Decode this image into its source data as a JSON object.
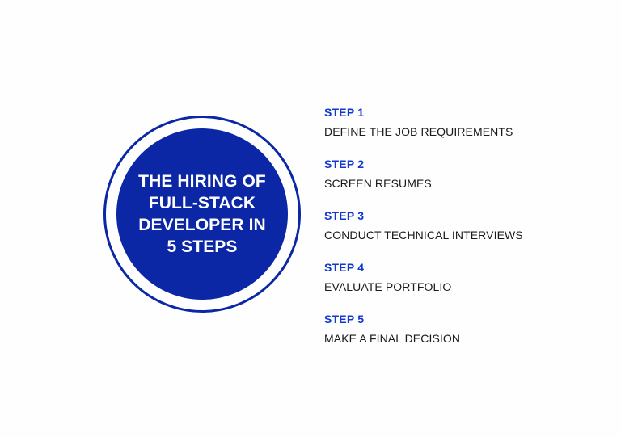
{
  "colors": {
    "brand_blue": "#0b27a6",
    "step_label_blue": "#1239ce",
    "body_text": "#1a1a1a",
    "background": "#fefefe",
    "badge_text": "#ffffff"
  },
  "badge": {
    "title": "THE HIRING OF\nFULL-STACK\nDEVELOPER IN\n5 STEPS"
  },
  "steps": [
    {
      "label": "STEP 1",
      "text": "DEFINE THE JOB REQUIREMENTS"
    },
    {
      "label": "STEP 2",
      "text": "SCREEN RESUMES"
    },
    {
      "label": "STEP 3",
      "text": "CONDUCT TECHNICAL INTERVIEWS"
    },
    {
      "label": "STEP 4",
      "text": "EVALUATE PORTFOLIO"
    },
    {
      "label": "STEP 5",
      "text": "MAKE A FINAL DECISION"
    }
  ]
}
